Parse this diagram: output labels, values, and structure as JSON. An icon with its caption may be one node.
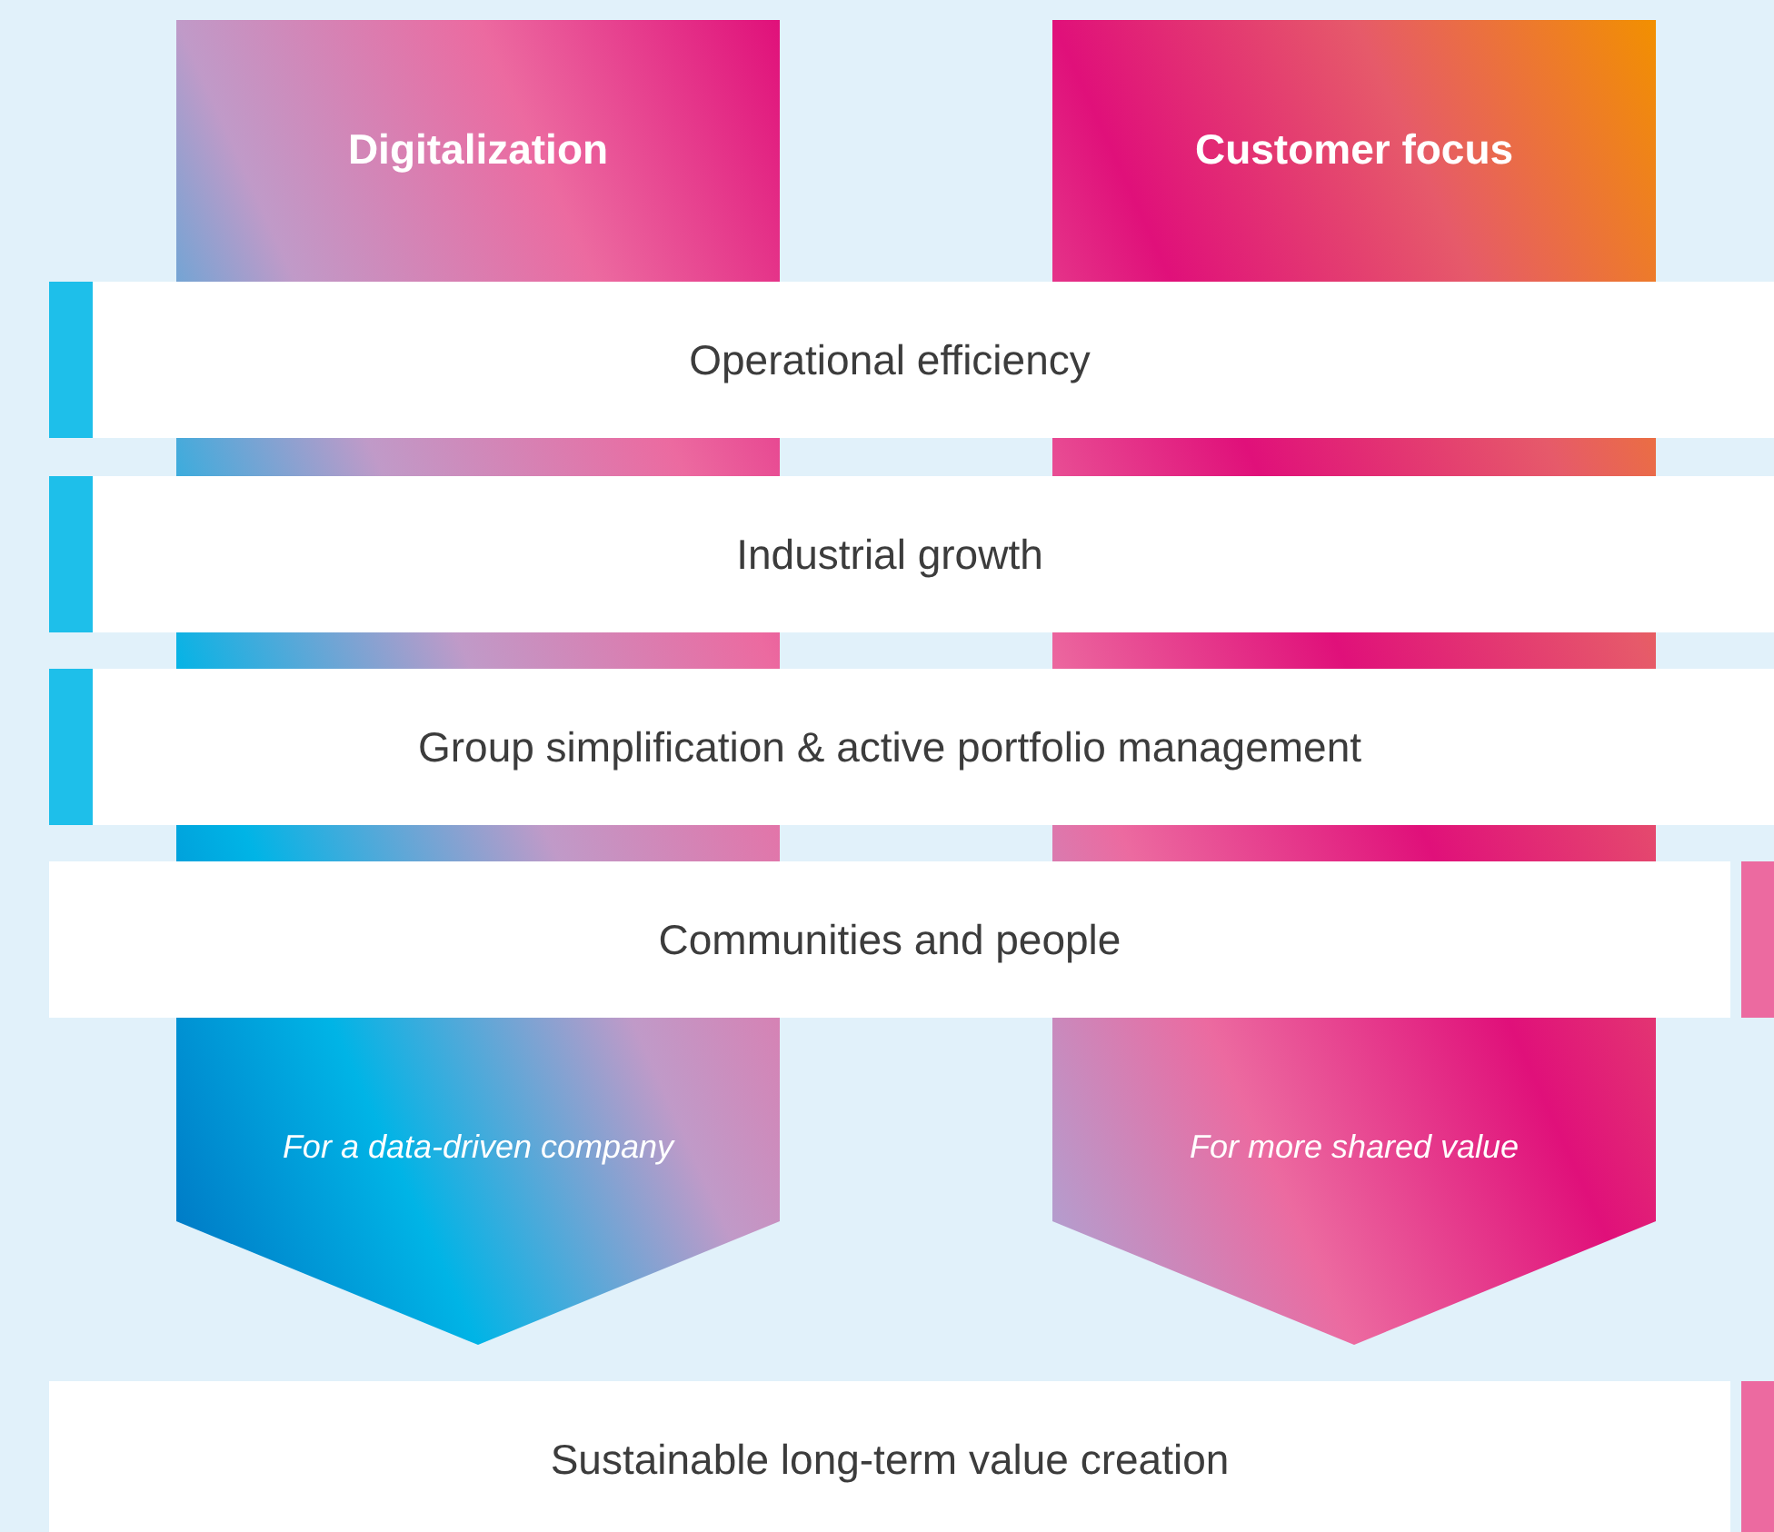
{
  "diagram": {
    "nodes": [
      {
        "text": [
          "Digitalization",
          "For a data-driven company"
        ]
      },
      {
        "text": [
          "Customer focus",
          "For more shared value"
        ]
      },
      {
        "text": [
          "Operational efficiency"
        ]
      },
      {
        "text": [
          "Industrial growth"
        ]
      },
      {
        "text": [
          "Group simplification & active portfolio management"
        ]
      },
      {
        "text": [
          "Communities and people"
        ]
      },
      {
        "text": [
          "Sustainable long-term value creation"
        ]
      }
    ]
  }
}
